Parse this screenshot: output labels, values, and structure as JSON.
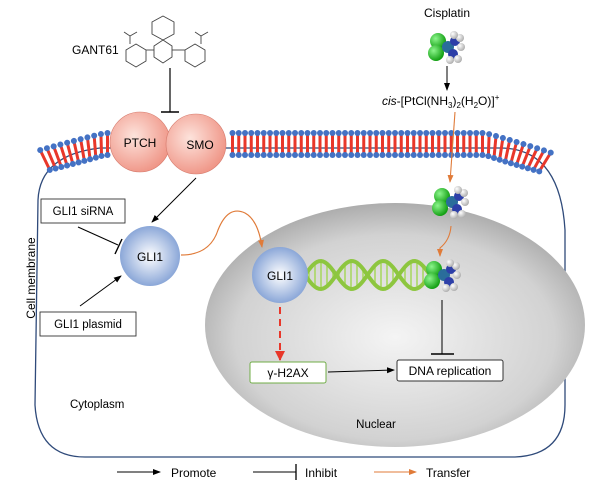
{
  "drugs": {
    "gant61": {
      "label": "GANT61"
    },
    "cisplatin": {
      "label": "Cisplatin"
    },
    "aquated_complex": {
      "prefix": "cis",
      "formula": "-[PtCl(NH",
      "sub1": "3",
      "mid1": ")",
      "sub2": "2",
      "mid2": "(H",
      "sub3": "2",
      "mid3": "O)]",
      "sup": "+"
    }
  },
  "proteins": {
    "ptch": "PTCH",
    "smo": "SMO",
    "gli1_cytoplasm": "GLI1",
    "gli1_nuclear": "GLI1"
  },
  "boxes": {
    "sirna": "GLI1 siRNA",
    "plasmid": "GLI1 plasmid",
    "h2ax": "γ-H2AX",
    "dna_replication": "DNA replication"
  },
  "regions": {
    "cell_membrane": "Cell membrane",
    "cytoplasm": "Cytoplasm",
    "nuclear": "Nuclear"
  },
  "legend": [
    {
      "type": "promote",
      "label": "Promote",
      "color": "#000000"
    },
    {
      "type": "inhibit",
      "label": "Inhibit",
      "color": "#000000"
    },
    {
      "type": "transfer",
      "label": "Transfer",
      "color": "#e07b39"
    }
  ],
  "colors": {
    "membrane_head": "#4472c4",
    "membrane_tail": "#e8372a",
    "ptch_smo": "#f4a79a",
    "gli1": "#8fa9d8",
    "transfer": "#e07b39",
    "h2ax_border": "#70ad47",
    "dashed_arrow": "#e8372a",
    "dna": "#8dc63f"
  }
}
